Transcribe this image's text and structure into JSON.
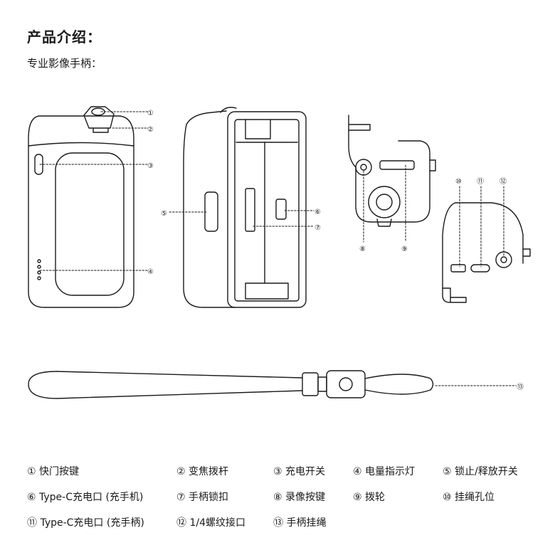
{
  "header": {
    "title": "产品介绍：",
    "subtitle": "专业影像手柄："
  },
  "callouts": [
    "①",
    "②",
    "③",
    "④",
    "⑤",
    "⑥",
    "⑦",
    "⑧",
    "⑨",
    "⑩",
    "⑪",
    "⑫",
    "⑬"
  ],
  "legend": [
    {
      "num": "①",
      "label": "快门按键"
    },
    {
      "num": "②",
      "label": "变焦拨杆"
    },
    {
      "num": "③",
      "label": "充电开关"
    },
    {
      "num": "④",
      "label": "电量指示灯"
    },
    {
      "num": "⑤",
      "label": "锁止/释放开关"
    },
    {
      "num": "⑥",
      "label": "Type-C充电口 (充手机)"
    },
    {
      "num": "⑦",
      "label": "手柄锁扣"
    },
    {
      "num": "⑧",
      "label": "录像按键"
    },
    {
      "num": "⑨",
      "label": "拨轮"
    },
    {
      "num": "⑩",
      "label": "挂绳孔位"
    },
    {
      "num": "⑪",
      "label": "Type-C充电口 (充手柄)"
    },
    {
      "num": "⑫",
      "label": "1/4螺纹接口"
    },
    {
      "num": "⑬",
      "label": "手柄挂绳"
    }
  ],
  "colors": {
    "line": "#1a1a1a",
    "text": "#1a1a1a",
    "background": "#ffffff"
  }
}
